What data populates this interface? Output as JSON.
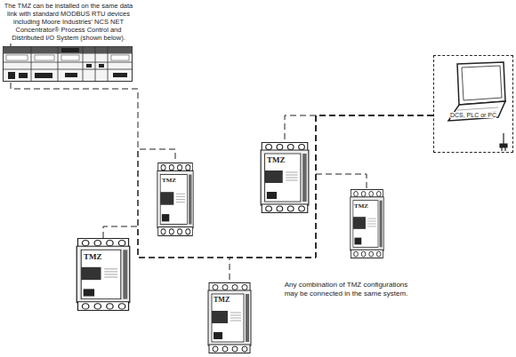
{
  "diagram": {
    "nodes": [
      {
        "text": [
          "The TMZ can be installed on the same data link with standard MODBUS RTU devices including Moore Industries' NCS NET Concentrator® Process Control and Distributed I/O System (shown below)."
        ]
      },
      {
        "text": [
          "DCS, PLC or PC"
        ]
      },
      {
        "text": [
          "TMZ"
        ]
      },
      {
        "text": [
          "TMZ"
        ]
      },
      {
        "text": [
          "TMZ"
        ]
      },
      {
        "text": [
          "TMZ"
        ]
      },
      {
        "text": [
          "TMZ"
        ]
      }
    ],
    "edges": [
      {
        "from": 1,
        "to": 0,
        "arrow": "none"
      },
      {
        "from": 1,
        "to": 2,
        "arrow": "none"
      },
      {
        "from": 1,
        "to": 3,
        "arrow": "none"
      },
      {
        "from": 1,
        "to": 4,
        "arrow": "none"
      },
      {
        "from": 1,
        "to": 5,
        "arrow": "none"
      },
      {
        "from": 1,
        "to": 6,
        "arrow": "none"
      }
    ],
    "labels": [
      "Any combination of TMZ configurations may be connected in the same system."
    ]
  }
}
